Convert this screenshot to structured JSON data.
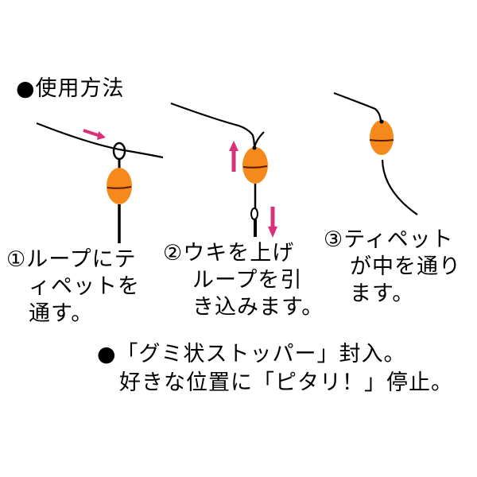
{
  "title": "●使用方法",
  "colors": {
    "float": "#f5891c",
    "float_band": "#5a1a08",
    "line": "#000000",
    "arrow": "#d8307a",
    "background": "#ffffff"
  },
  "steps": [
    {
      "number": "①",
      "lines": [
        "①ループにテ",
        "ィペットを",
        "通す。"
      ]
    },
    {
      "number": "②",
      "lines": [
        "②ウキを上げ",
        "ループを引",
        "き込みます。"
      ]
    },
    {
      "number": "③",
      "lines": [
        "③ティペット",
        "が中を通り",
        "ます。"
      ]
    }
  ],
  "footer": {
    "lines": [
      "●「グミ状ストッパー」封入。",
      "好きな位置に「ピタリ！」停止。"
    ]
  },
  "icons": {
    "arrow_right": "arrow-right-icon",
    "arrow_up": "arrow-up-icon",
    "arrow_down": "arrow-down-icon",
    "float": "float-icon"
  }
}
